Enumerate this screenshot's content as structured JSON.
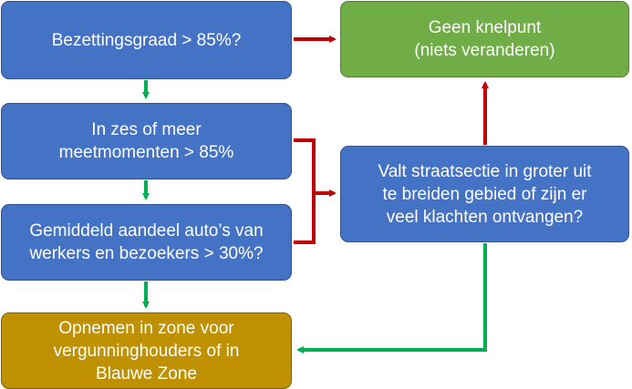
{
  "nodes": {
    "occupancy_check": "Bezettingsgraad > 85%?",
    "measurements_check": "In zes of meer\nmeetmomenten > 85%",
    "commuter_share_check": "Gemiddeld aandeel auto’s van\nwerkers en bezoekers > 30%?",
    "include_zone": "Opnemen in zone voor\nvergunninghouders of in\nBlauwe Zone",
    "no_bottleneck": "Geen knelpunt\n(niets veranderen)",
    "street_section_check": "Valt straatsectie in groter uit\nte breiden gebied of zijn er\nveel klachten ontvangen?"
  },
  "colors": {
    "question_box": "#4472c4",
    "no_bottleneck_box": "#70ad47",
    "include_zone_box": "#bf9000",
    "yes_arrow": "#00b050",
    "no_arrow": "#c00000"
  }
}
